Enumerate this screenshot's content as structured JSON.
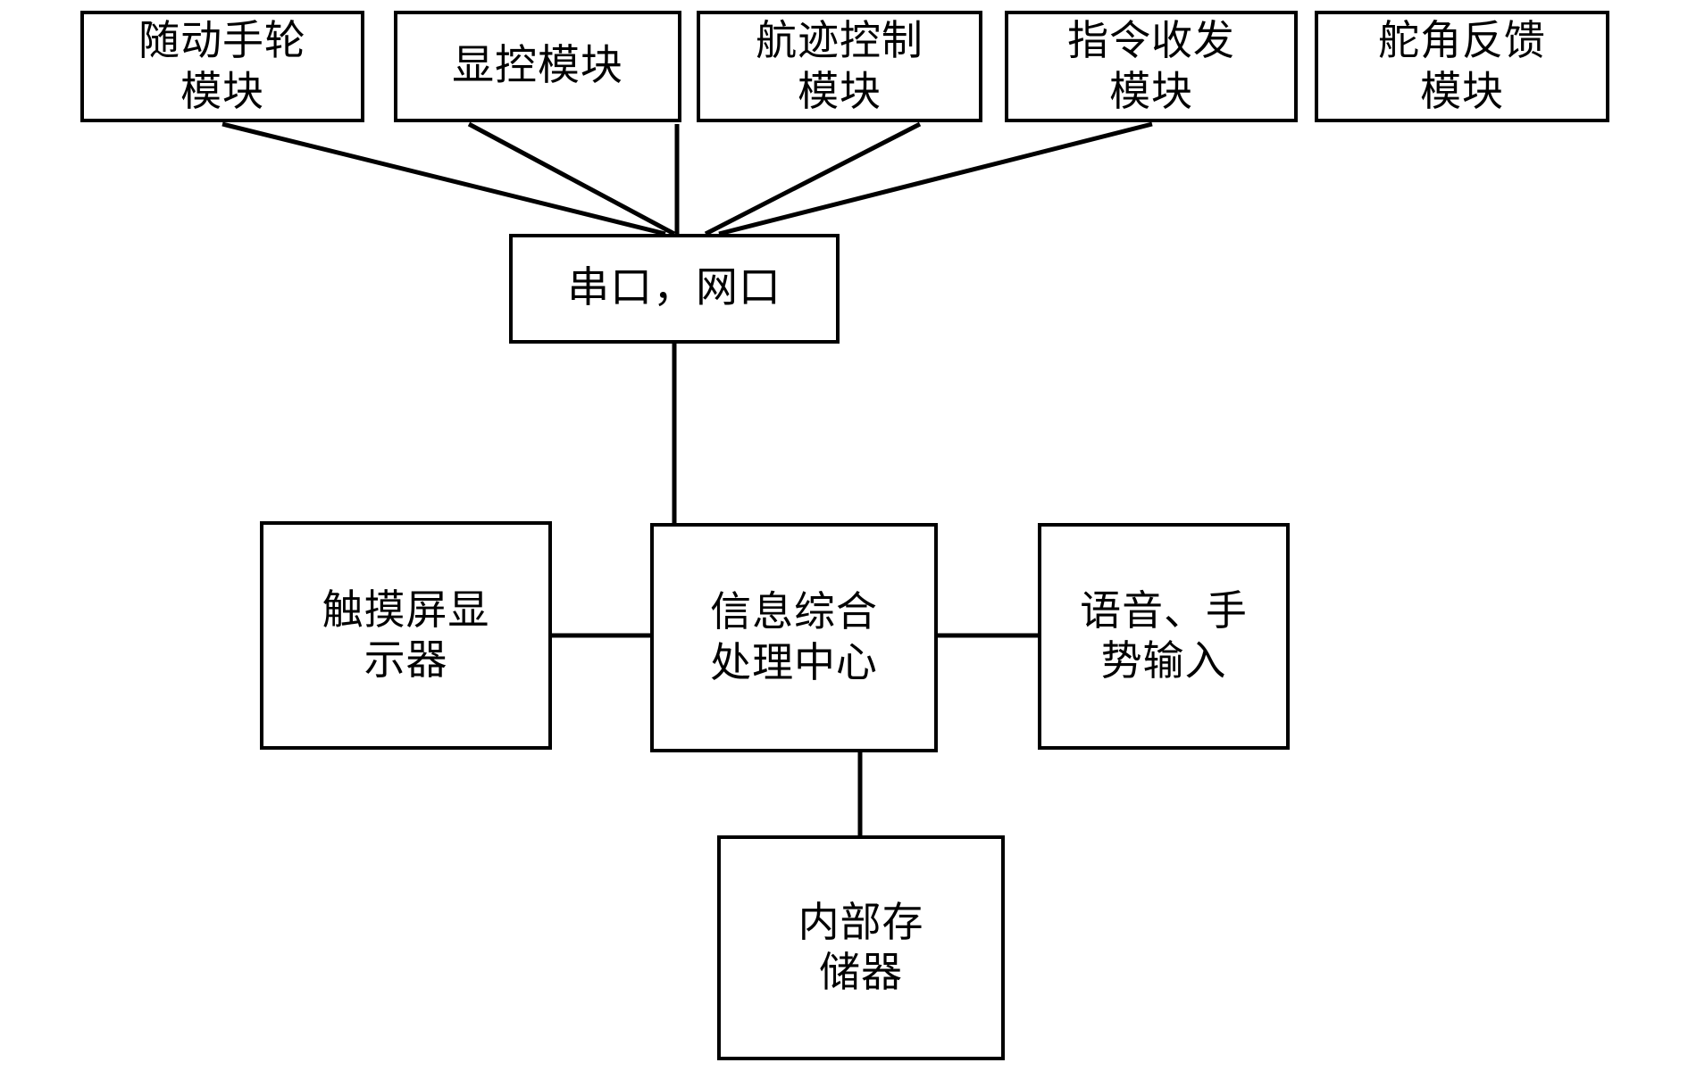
{
  "diagram": {
    "type": "block-diagram",
    "title": "",
    "background_color": "#ffffff",
    "line_color": "#000000",
    "nodes": [
      {
        "id": "handwheel",
        "label": "随动手轮\n模块",
        "row": "top"
      },
      {
        "id": "display",
        "label": "显控模块",
        "row": "top"
      },
      {
        "id": "track",
        "label": "航迹控制\n模块",
        "row": "top"
      },
      {
        "id": "command",
        "label": "指令收发\n模块",
        "row": "top"
      },
      {
        "id": "rudder",
        "label": "舵角反馈\n模块",
        "row": "top"
      },
      {
        "id": "port",
        "label": "串口，网口",
        "row": "bus"
      },
      {
        "id": "touch",
        "label": "触摸屏显\n示器",
        "row": "middle"
      },
      {
        "id": "center",
        "label": "信息综合\n处理中心",
        "row": "middle"
      },
      {
        "id": "voice",
        "label": "语音、手\n势输入",
        "row": "middle"
      },
      {
        "id": "memory",
        "label": "内部存\n储器",
        "row": "bottom"
      }
    ],
    "edges": [
      {
        "from": "handwheel",
        "to": "port",
        "style": "diagonal"
      },
      {
        "from": "display",
        "to": "port",
        "style": "diagonal"
      },
      {
        "from": "track",
        "to": "port",
        "style": "vertical"
      },
      {
        "from": "command",
        "to": "port",
        "style": "diagonal"
      },
      {
        "from": "rudder",
        "to": "port",
        "style": "diagonal"
      },
      {
        "from": "port",
        "to": "center",
        "style": "vertical"
      },
      {
        "from": "touch",
        "to": "center",
        "style": "horizontal"
      },
      {
        "from": "center",
        "to": "voice",
        "style": "horizontal"
      },
      {
        "from": "center",
        "to": "memory",
        "style": "vertical"
      }
    ]
  }
}
